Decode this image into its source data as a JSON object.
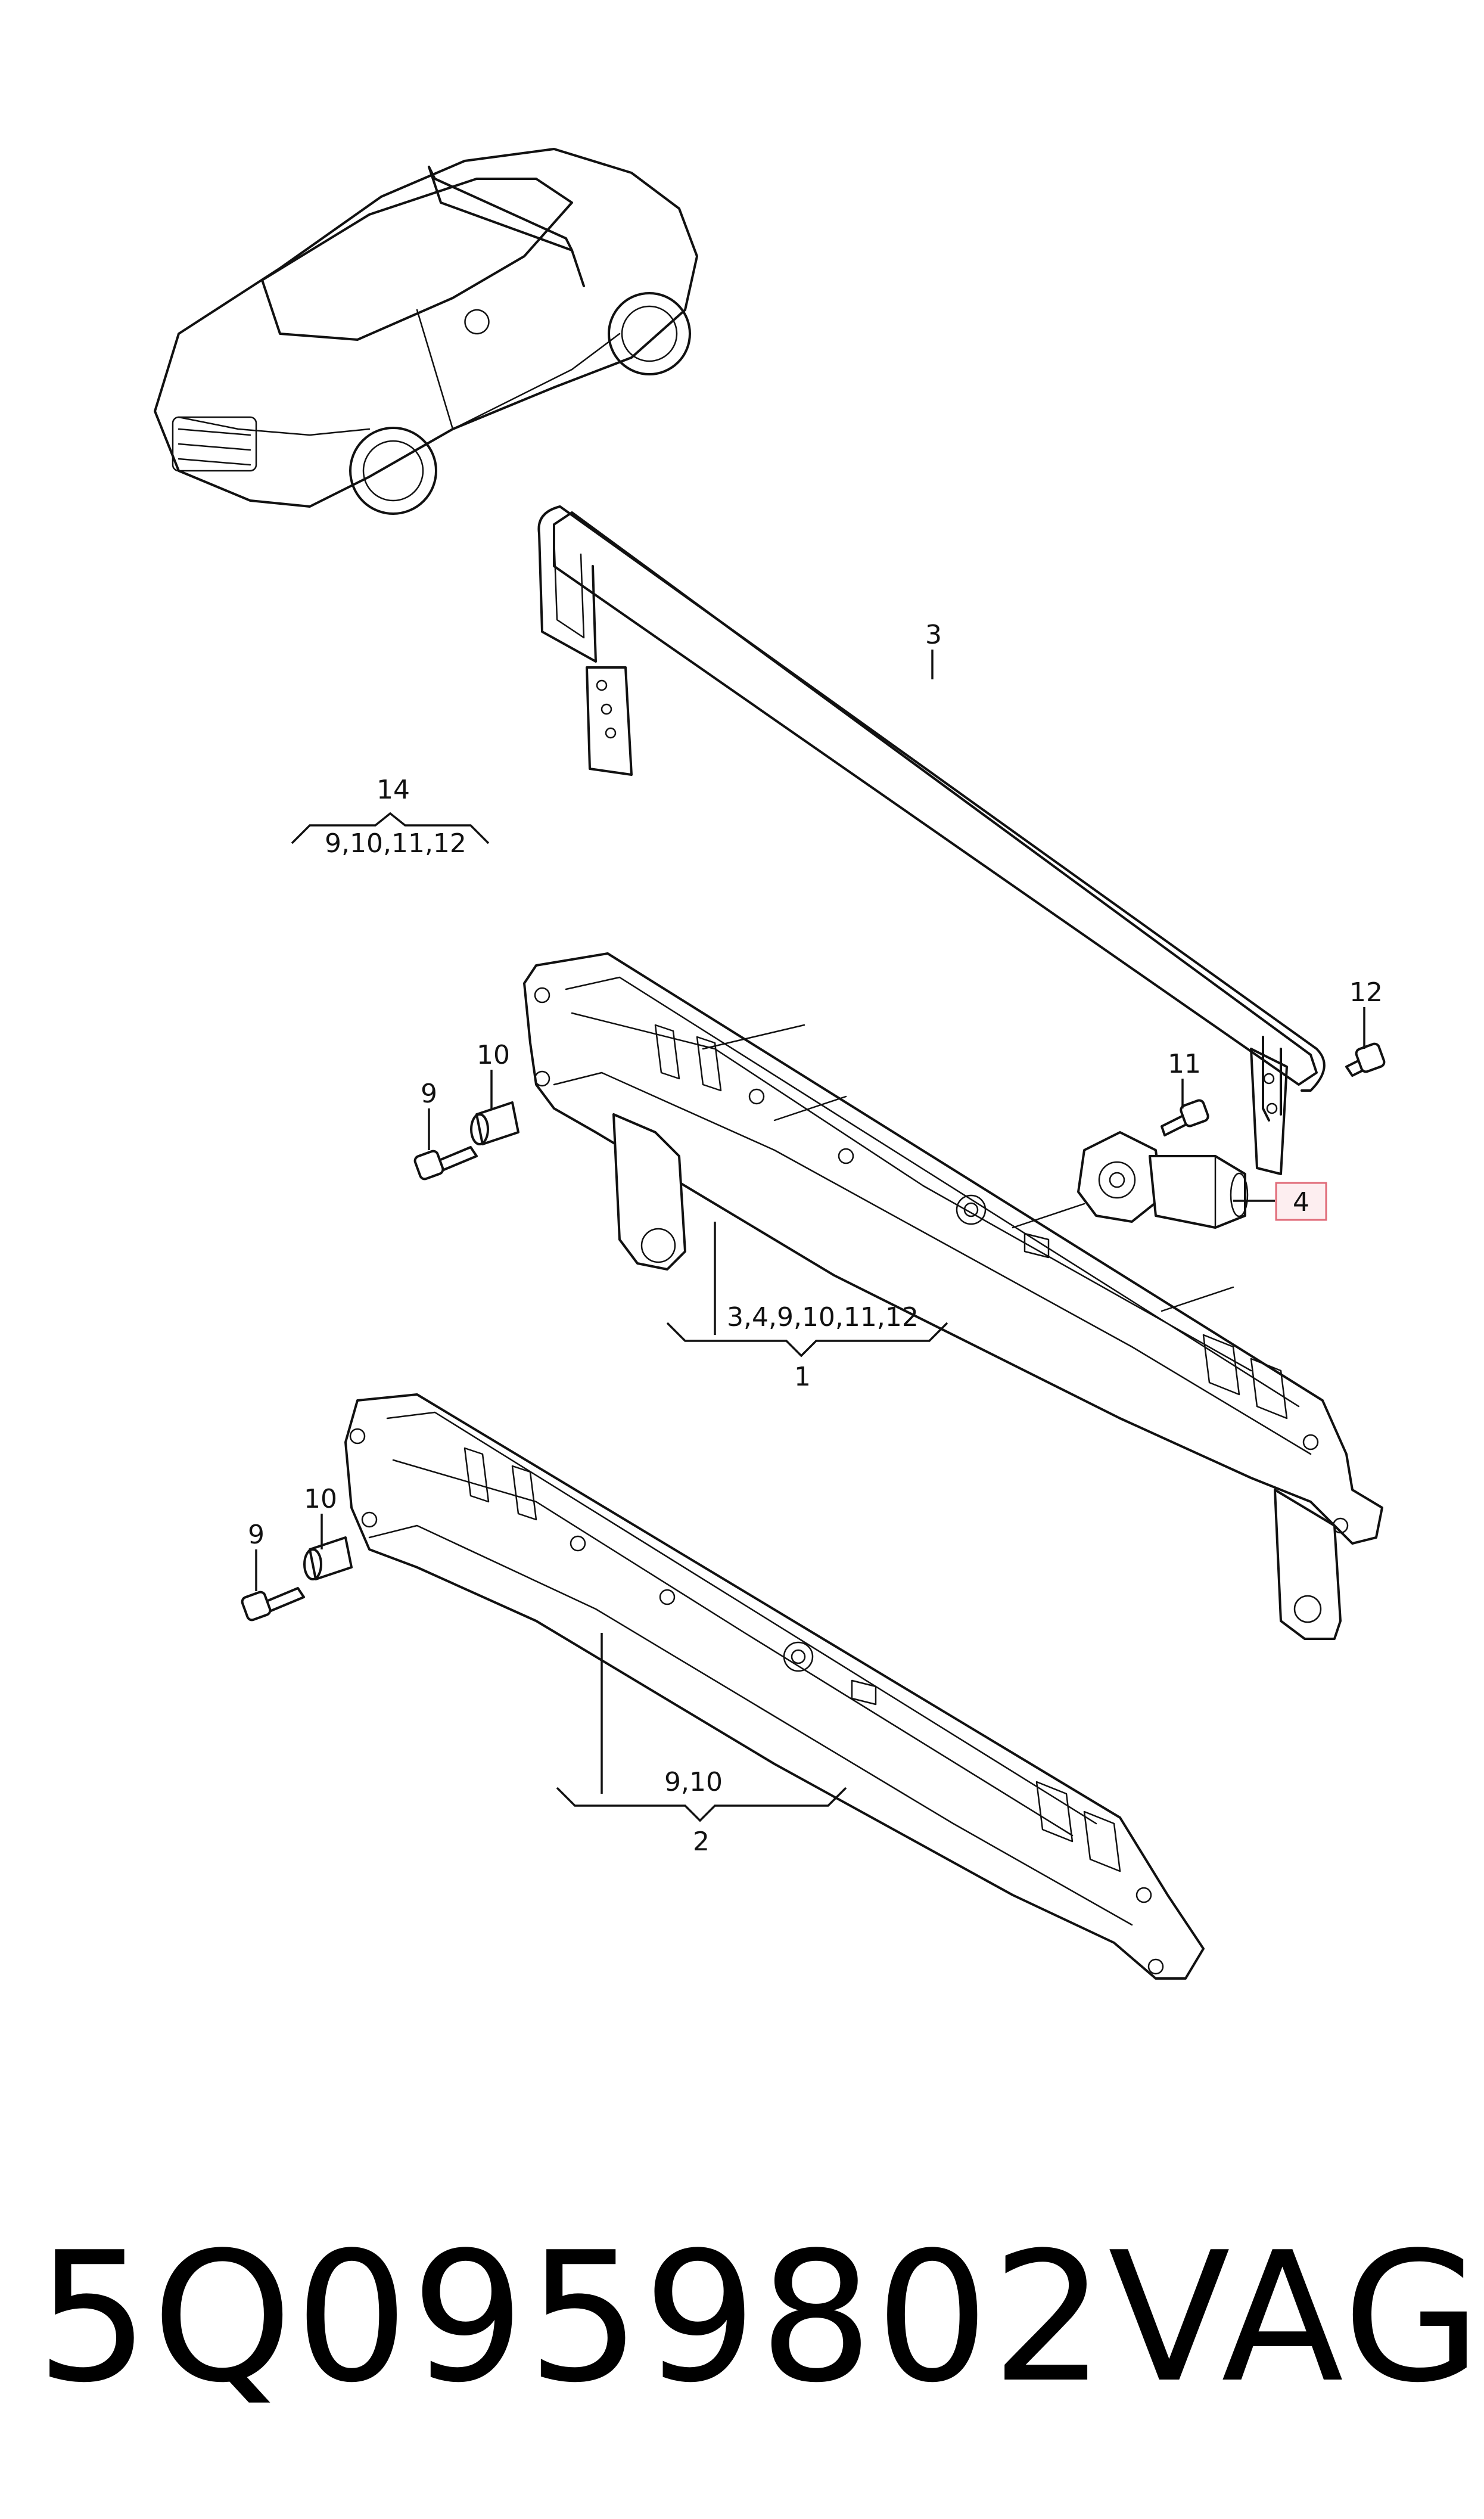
{
  "callouts": {
    "c1": "1",
    "c2": "2",
    "c3": "3",
    "c4": "4",
    "c9a": "9",
    "c9b": "9",
    "c10a": "10",
    "c10b": "10",
    "c11": "11",
    "c12": "12",
    "c14": "14"
  },
  "groups": {
    "g1": "3,4,9,10,11,12",
    "g2": "9,10",
    "g14": "9,10,11,12"
  },
  "footer": {
    "part_number": "5Q0959802",
    "brand": "VAG"
  },
  "colors": {
    "highlight_border": "#e06a78",
    "highlight_fill": "#fdeef0",
    "line": "#111111"
  }
}
